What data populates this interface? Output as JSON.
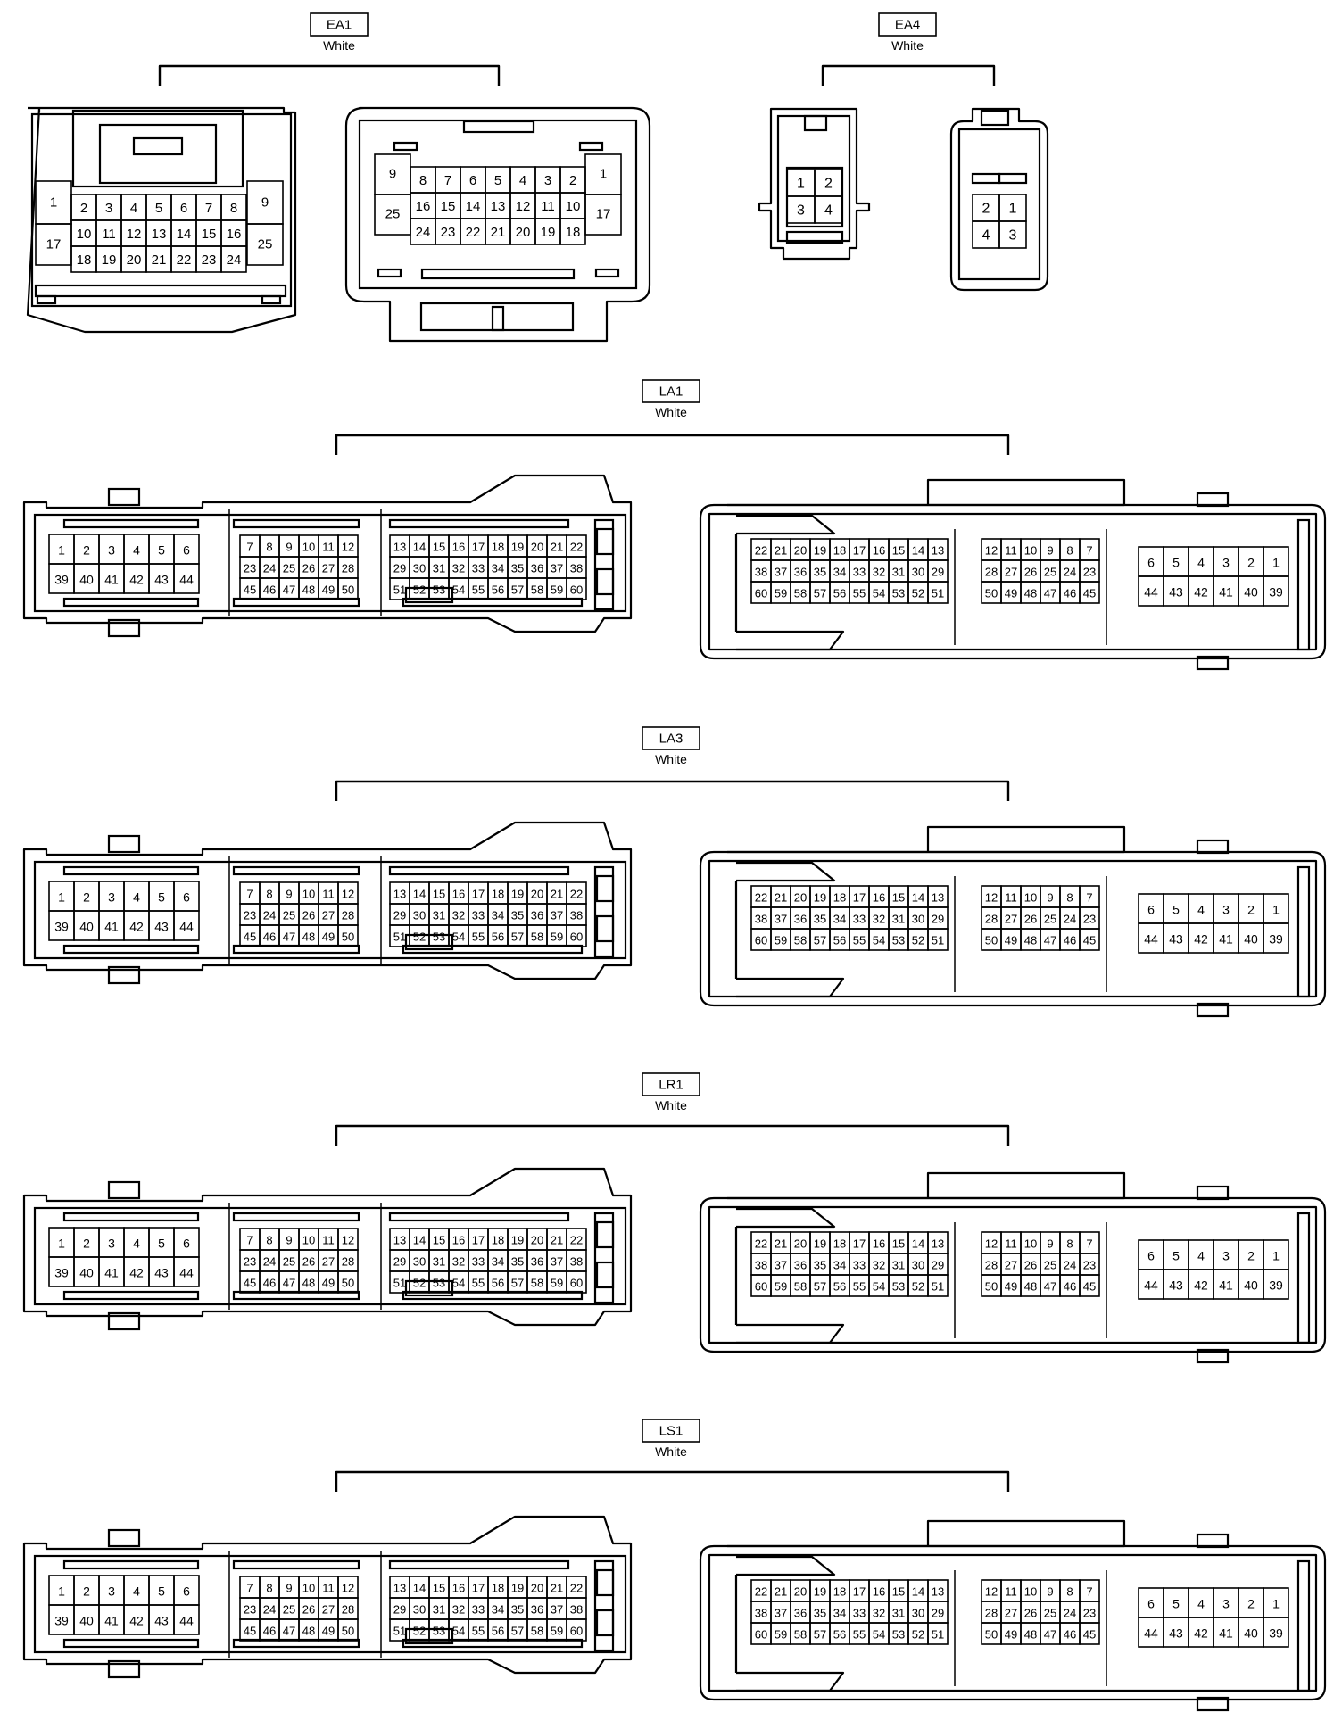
{
  "connectors": [
    {
      "id": "EA1",
      "color": "White",
      "plug": {
        "side_left": [
          "1",
          "17"
        ],
        "rows": [
          [
            "2",
            "3",
            "4",
            "5",
            "6",
            "7",
            "8"
          ],
          [
            "10",
            "11",
            "12",
            "13",
            "14",
            "15",
            "16"
          ],
          [
            "18",
            "19",
            "20",
            "21",
            "22",
            "23",
            "24"
          ]
        ],
        "side_right": [
          "9",
          "25"
        ]
      },
      "jack": {
        "side_left": [
          "9",
          "25"
        ],
        "rows": [
          [
            "8",
            "7",
            "6",
            "5",
            "4",
            "3",
            "2"
          ],
          [
            "16",
            "15",
            "14",
            "13",
            "12",
            "11",
            "10"
          ],
          [
            "24",
            "23",
            "22",
            "21",
            "20",
            "19",
            "18"
          ]
        ],
        "side_right": [
          "1",
          "17"
        ]
      }
    },
    {
      "id": "EA4",
      "color": "White",
      "plug": {
        "rows": [
          [
            "1",
            "2"
          ],
          [
            "3",
            "4"
          ]
        ]
      },
      "jack": {
        "rows": [
          [
            "2",
            "1"
          ],
          [
            "4",
            "3"
          ]
        ]
      }
    },
    {
      "id": "LA1",
      "color": "White",
      "plug": {
        "blocks": [
          {
            "rows": [
              [
                "1",
                "2",
                "3",
                "4",
                "5",
                "6"
              ],
              [
                "39",
                "40",
                "41",
                "42",
                "43",
                "44"
              ]
            ]
          },
          {
            "rows": [
              [
                "7",
                "8",
                "9",
                "10",
                "11",
                "12"
              ],
              [
                "23",
                "24",
                "25",
                "26",
                "27",
                "28"
              ],
              [
                "45",
                "46",
                "47",
                "48",
                "49",
                "50"
              ]
            ]
          },
          {
            "rows": [
              [
                "13",
                "14",
                "15",
                "16",
                "17",
                "18",
                "19",
                "20",
                "21",
                "22"
              ],
              [
                "29",
                "30",
                "31",
                "32",
                "33",
                "34",
                "35",
                "36",
                "37",
                "38"
              ],
              [
                "51",
                "52",
                "53",
                "54",
                "55",
                "56",
                "57",
                "58",
                "59",
                "60"
              ]
            ]
          }
        ]
      },
      "jack": {
        "blocks": [
          {
            "rows": [
              [
                "22",
                "21",
                "20",
                "19",
                "18",
                "17",
                "16",
                "15",
                "14",
                "13"
              ],
              [
                "38",
                "37",
                "36",
                "35",
                "34",
                "33",
                "32",
                "31",
                "30",
                "29"
              ],
              [
                "60",
                "59",
                "58",
                "57",
                "56",
                "55",
                "54",
                "53",
                "52",
                "51"
              ]
            ]
          },
          {
            "rows": [
              [
                "12",
                "11",
                "10",
                "9",
                "8",
                "7"
              ],
              [
                "28",
                "27",
                "26",
                "25",
                "24",
                "23"
              ],
              [
                "50",
                "49",
                "48",
                "47",
                "46",
                "45"
              ]
            ]
          },
          {
            "rows": [
              [
                "6",
                "5",
                "4",
                "3",
                "2",
                "1"
              ],
              [
                "44",
                "43",
                "42",
                "41",
                "40",
                "39"
              ]
            ]
          }
        ]
      }
    },
    {
      "id": "LA3",
      "color": "White",
      "plug": {
        "blocks": [
          {
            "rows": [
              [
                "1",
                "2",
                "3",
                "4",
                "5",
                "6"
              ],
              [
                "39",
                "40",
                "41",
                "42",
                "43",
                "44"
              ]
            ]
          },
          {
            "rows": [
              [
                "7",
                "8",
                "9",
                "10",
                "11",
                "12"
              ],
              [
                "23",
                "24",
                "25",
                "26",
                "27",
                "28"
              ],
              [
                "45",
                "46",
                "47",
                "48",
                "49",
                "50"
              ]
            ]
          },
          {
            "rows": [
              [
                "13",
                "14",
                "15",
                "16",
                "17",
                "18",
                "19",
                "20",
                "21",
                "22"
              ],
              [
                "29",
                "30",
                "31",
                "32",
                "33",
                "34",
                "35",
                "36",
                "37",
                "38"
              ],
              [
                "51",
                "52",
                "53",
                "54",
                "55",
                "56",
                "57",
                "58",
                "59",
                "60"
              ]
            ]
          }
        ]
      },
      "jack": {
        "blocks": [
          {
            "rows": [
              [
                "22",
                "21",
                "20",
                "19",
                "18",
                "17",
                "16",
                "15",
                "14",
                "13"
              ],
              [
                "38",
                "37",
                "36",
                "35",
                "34",
                "33",
                "32",
                "31",
                "30",
                "29"
              ],
              [
                "60",
                "59",
                "58",
                "57",
                "56",
                "55",
                "54",
                "53",
                "52",
                "51"
              ]
            ]
          },
          {
            "rows": [
              [
                "12",
                "11",
                "10",
                "9",
                "8",
                "7"
              ],
              [
                "28",
                "27",
                "26",
                "25",
                "24",
                "23"
              ],
              [
                "50",
                "49",
                "48",
                "47",
                "46",
                "45"
              ]
            ]
          },
          {
            "rows": [
              [
                "6",
                "5",
                "4",
                "3",
                "2",
                "1"
              ],
              [
                "44",
                "43",
                "42",
                "41",
                "40",
                "39"
              ]
            ]
          }
        ]
      }
    },
    {
      "id": "LR1",
      "color": "White",
      "plug": {
        "blocks": [
          {
            "rows": [
              [
                "1",
                "2",
                "3",
                "4",
                "5",
                "6"
              ],
              [
                "39",
                "40",
                "41",
                "42",
                "43",
                "44"
              ]
            ]
          },
          {
            "rows": [
              [
                "7",
                "8",
                "9",
                "10",
                "11",
                "12"
              ],
              [
                "23",
                "24",
                "25",
                "26",
                "27",
                "28"
              ],
              [
                "45",
                "46",
                "47",
                "48",
                "49",
                "50"
              ]
            ]
          },
          {
            "rows": [
              [
                "13",
                "14",
                "15",
                "16",
                "17",
                "18",
                "19",
                "20",
                "21",
                "22"
              ],
              [
                "29",
                "30",
                "31",
                "32",
                "33",
                "34",
                "35",
                "36",
                "37",
                "38"
              ],
              [
                "51",
                "52",
                "53",
                "54",
                "55",
                "56",
                "57",
                "58",
                "59",
                "60"
              ]
            ]
          }
        ]
      },
      "jack": {
        "blocks": [
          {
            "rows": [
              [
                "22",
                "21",
                "20",
                "19",
                "18",
                "17",
                "16",
                "15",
                "14",
                "13"
              ],
              [
                "38",
                "37",
                "36",
                "35",
                "34",
                "33",
                "32",
                "31",
                "30",
                "29"
              ],
              [
                "60",
                "59",
                "58",
                "57",
                "56",
                "55",
                "54",
                "53",
                "52",
                "51"
              ]
            ]
          },
          {
            "rows": [
              [
                "12",
                "11",
                "10",
                "9",
                "8",
                "7"
              ],
              [
                "28",
                "27",
                "26",
                "25",
                "24",
                "23"
              ],
              [
                "50",
                "49",
                "48",
                "47",
                "46",
                "45"
              ]
            ]
          },
          {
            "rows": [
              [
                "6",
                "5",
                "4",
                "3",
                "2",
                "1"
              ],
              [
                "44",
                "43",
                "42",
                "41",
                "40",
                "39"
              ]
            ]
          }
        ]
      }
    },
    {
      "id": "LS1",
      "color": "White",
      "plug": {
        "blocks": [
          {
            "rows": [
              [
                "1",
                "2",
                "3",
                "4",
                "5",
                "6"
              ],
              [
                "39",
                "40",
                "41",
                "42",
                "43",
                "44"
              ]
            ]
          },
          {
            "rows": [
              [
                "7",
                "8",
                "9",
                "10",
                "11",
                "12"
              ],
              [
                "23",
                "24",
                "25",
                "26",
                "27",
                "28"
              ],
              [
                "45",
                "46",
                "47",
                "48",
                "49",
                "50"
              ]
            ]
          },
          {
            "rows": [
              [
                "13",
                "14",
                "15",
                "16",
                "17",
                "18",
                "19",
                "20",
                "21",
                "22"
              ],
              [
                "29",
                "30",
                "31",
                "32",
                "33",
                "34",
                "35",
                "36",
                "37",
                "38"
              ],
              [
                "51",
                "52",
                "53",
                "54",
                "55",
                "56",
                "57",
                "58",
                "59",
                "60"
              ]
            ]
          }
        ]
      },
      "jack": {
        "blocks": [
          {
            "rows": [
              [
                "22",
                "21",
                "20",
                "19",
                "18",
                "17",
                "16",
                "15",
                "14",
                "13"
              ],
              [
                "38",
                "37",
                "36",
                "35",
                "34",
                "33",
                "32",
                "31",
                "30",
                "29"
              ],
              [
                "60",
                "59",
                "58",
                "57",
                "56",
                "55",
                "54",
                "53",
                "52",
                "51"
              ]
            ]
          },
          {
            "rows": [
              [
                "12",
                "11",
                "10",
                "9",
                "8",
                "7"
              ],
              [
                "28",
                "27",
                "26",
                "25",
                "24",
                "23"
              ],
              [
                "50",
                "49",
                "48",
                "47",
                "46",
                "45"
              ]
            ]
          },
          {
            "rows": [
              [
                "6",
                "5",
                "4",
                "3",
                "2",
                "1"
              ],
              [
                "44",
                "43",
                "42",
                "41",
                "40",
                "39"
              ]
            ]
          }
        ]
      }
    }
  ]
}
